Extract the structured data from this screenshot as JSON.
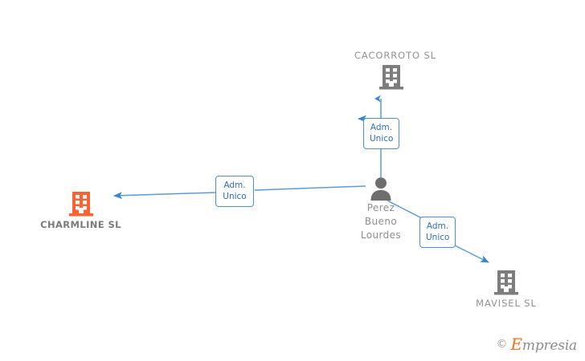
{
  "diagram": {
    "title": "Empresia corporate relationship graph",
    "background_color": "#ffffff",
    "edge_color": "#4a90d9",
    "entity_icon_color": "#7d7d7d",
    "focus_icon_color": "#fa6432",
    "person_icon_color": "#6e6e6e"
  },
  "nodes": {
    "cacorroto": {
      "label": "CACORROTO  SL",
      "icon": "building-icon",
      "type": "company",
      "color": "#7d7d7d"
    },
    "charmline": {
      "label": "CHARMLINE SL",
      "icon": "building-icon",
      "type": "company-focus",
      "color": "#fa6432"
    },
    "mavisel": {
      "label": "MAVISEL  SL",
      "icon": "building-icon",
      "type": "company",
      "color": "#7d7d7d"
    },
    "person": {
      "icon": "person-icon",
      "type": "person",
      "name_lines": [
        "Perez",
        "Bueno",
        "Lourdes"
      ],
      "color": "#6e6e6e"
    }
  },
  "edges": [
    {
      "id": "edge-person-cacorroto",
      "from": "person",
      "to": "cacorroto",
      "label_lines": [
        "Adm.",
        "Unico"
      ],
      "direction": "up"
    },
    {
      "id": "edge-person-charmline",
      "from": "person",
      "to": "charmline",
      "label_lines": [
        "Adm.",
        "Unico"
      ],
      "direction": "left"
    },
    {
      "id": "edge-person-mavisel",
      "from": "person",
      "to": "mavisel",
      "label_lines": [
        "Adm.",
        "Unico"
      ],
      "direction": "down-right"
    }
  ],
  "watermark": {
    "copyright": "©",
    "brand_initial": "E",
    "brand_rest": "mpresia"
  }
}
